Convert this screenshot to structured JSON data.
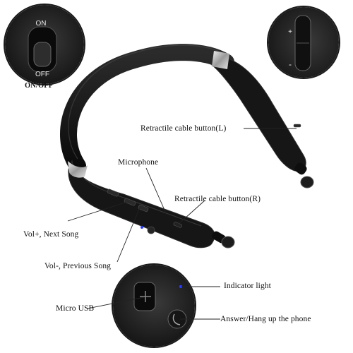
{
  "detail_panels": {
    "power_switch": {
      "on_text": "ON",
      "off_text": "OFF",
      "caption": "ON/OFF"
    },
    "volume_rocker": {
      "plus_text": "+",
      "minus_text": "-"
    }
  },
  "callouts": {
    "retractile_left": "Retractile cable button(L)",
    "microphone": "Microphone",
    "retractile_right": "Retractile cable button(R)",
    "vol_up": "Vol+, Next Song",
    "vol_down": "Vol-, Previous Song",
    "indicator_light": "Indicator light",
    "micro_usb": "Micro USB",
    "answer_hangup": "Answer/Hang up the phone"
  },
  "colors": {
    "body": "#141414",
    "leader_line": "#222222",
    "indicator_led": "#2a3cff",
    "panel_border": "#1a1a1a",
    "silver_accent": "#c8c8c8"
  }
}
